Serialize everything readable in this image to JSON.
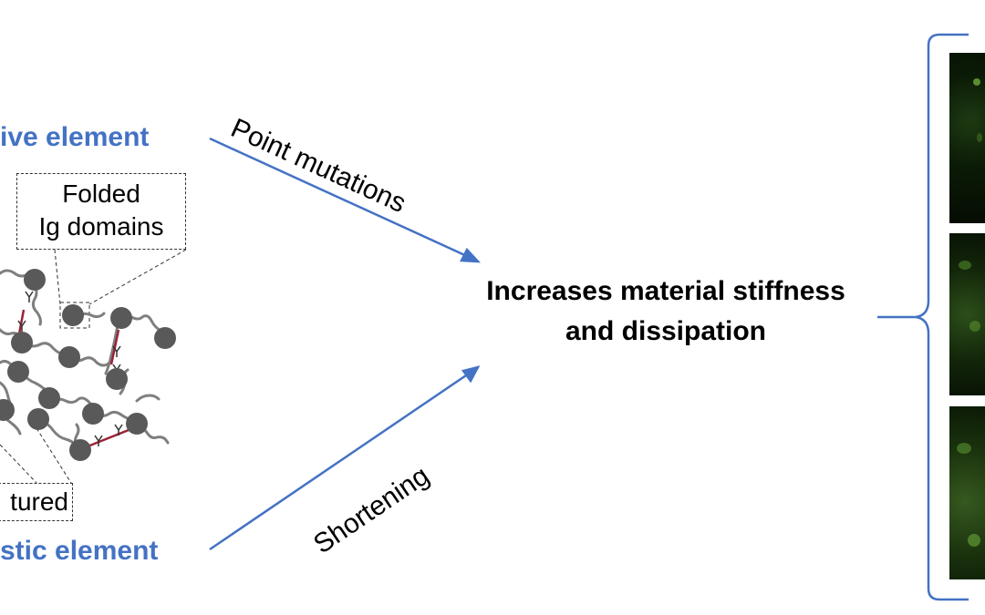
{
  "labels": {
    "top_element": "ive element",
    "bottom_element": "stic element",
    "center_line1": "Increases material stiffness",
    "center_line2": "and dissipation",
    "arrow_top": "Point mutations",
    "arrow_bottom": "Shortening",
    "folded_line1": "Folded",
    "folded_line2": "Ig domains",
    "unfolded_partial": "tured"
  },
  "colors": {
    "accent_blue": "#4472c4",
    "crosslink_red": "#9b2335",
    "domain_gray": "#595959",
    "linker_gray": "#7f7f7f"
  },
  "icons": {
    "crosslink_symbol": "Y"
  }
}
